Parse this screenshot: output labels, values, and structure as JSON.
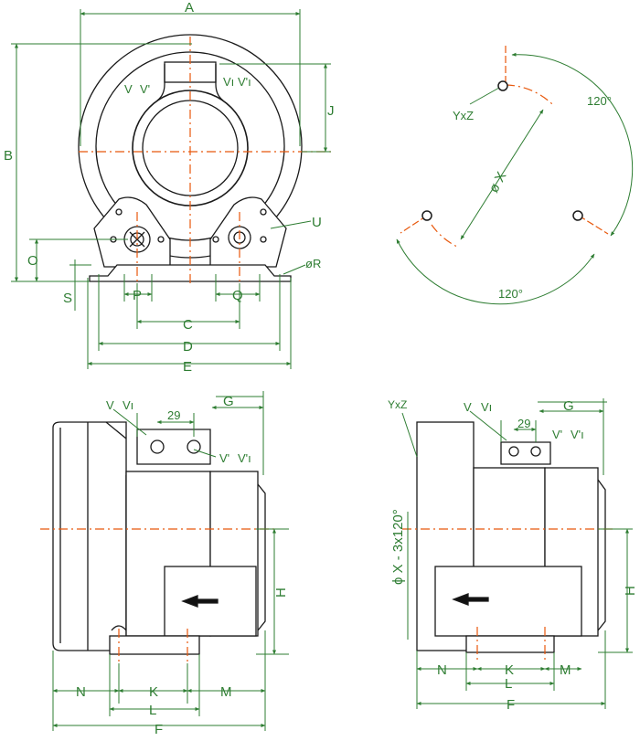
{
  "colors": {
    "outline": "#1a1a1a",
    "dimension": "#2e7d32",
    "centerline": "#e8580c"
  },
  "front_view": {
    "dims": {
      "A": "A",
      "B": "B",
      "C": "C",
      "D": "D",
      "E": "E",
      "J": "J",
      "O": "O",
      "P": "P",
      "Q": "Q",
      "S": "S",
      "U": "U",
      "R": "øR"
    },
    "symbols": [
      "V",
      "V'",
      "Vı",
      "V'ı"
    ]
  },
  "flange_view": {
    "yxz": "YxZ",
    "dia": "ø X",
    "angle_top": "120°",
    "angle_bottom": "120°"
  },
  "side_left": {
    "G": "G",
    "pitch": "29",
    "H": "H",
    "N": "N",
    "K": "K",
    "M": "M",
    "L": "L",
    "F": "F",
    "sym_top": [
      "V",
      "Vı"
    ],
    "sym_side": [
      "V'",
      "V'ı"
    ]
  },
  "side_right": {
    "yxz": "YxZ",
    "G": "G",
    "pitch": "29",
    "H": "H",
    "N": "N",
    "K": "K",
    "M": "M",
    "L": "L",
    "F": "F",
    "dia": "ϕ X - 3x120°",
    "sym_top": [
      "V",
      "Vı"
    ],
    "sym_side": [
      "V'",
      "V'ı"
    ]
  }
}
